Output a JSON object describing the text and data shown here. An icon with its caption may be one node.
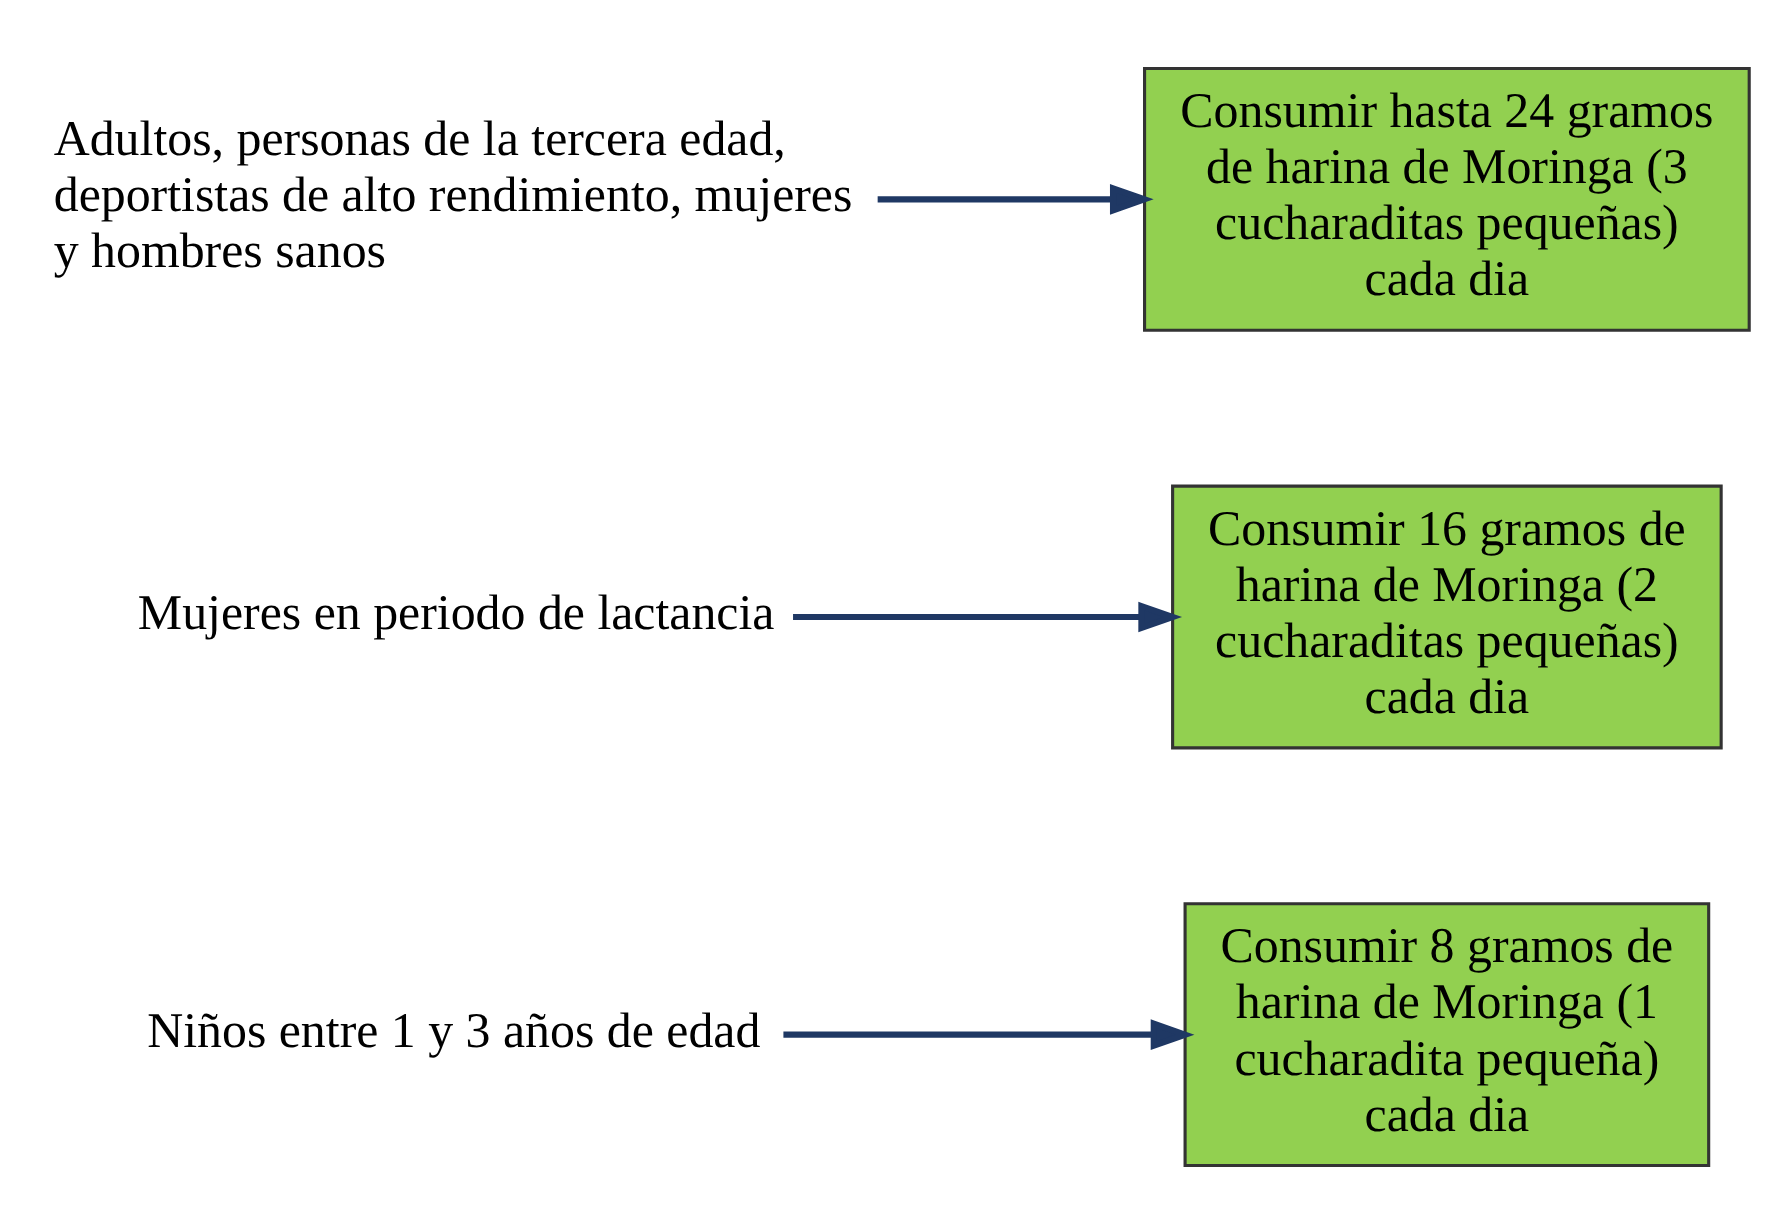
{
  "diagram": {
    "nodes": [
      {
        "text": [
          "Niños entre 1 y 3 años de edad"
        ]
      },
      {
        "text": [
          "Consumir 8 gramos de harina de Moringa (1 cucharadita pequeña) cada dia"
        ]
      },
      {
        "text": [
          "Mujeres en periodo de lactancia"
        ]
      },
      {
        "text": [
          "Consumir 16 gramos de harina de Moringa (2 cucharaditas pequeñas) cada dia"
        ]
      },
      {
        "text": [
          "Adultos, personas de la tercera edad, deportistas de alto rendimiento, mujeres y hombres sanos"
        ]
      },
      {
        "text": [
          "Consumir hasta 24 gramos de harina de Moringa (3 cucharaditas pequeñas) cada dia"
        ]
      }
    ],
    "edges": [
      {
        "from": 0,
        "to": 1,
        "arrow": "to"
      },
      {
        "from": 2,
        "to": 3,
        "arrow": "to"
      },
      {
        "from": 4,
        "to": 5,
        "arrow": "to"
      }
    ]
  }
}
